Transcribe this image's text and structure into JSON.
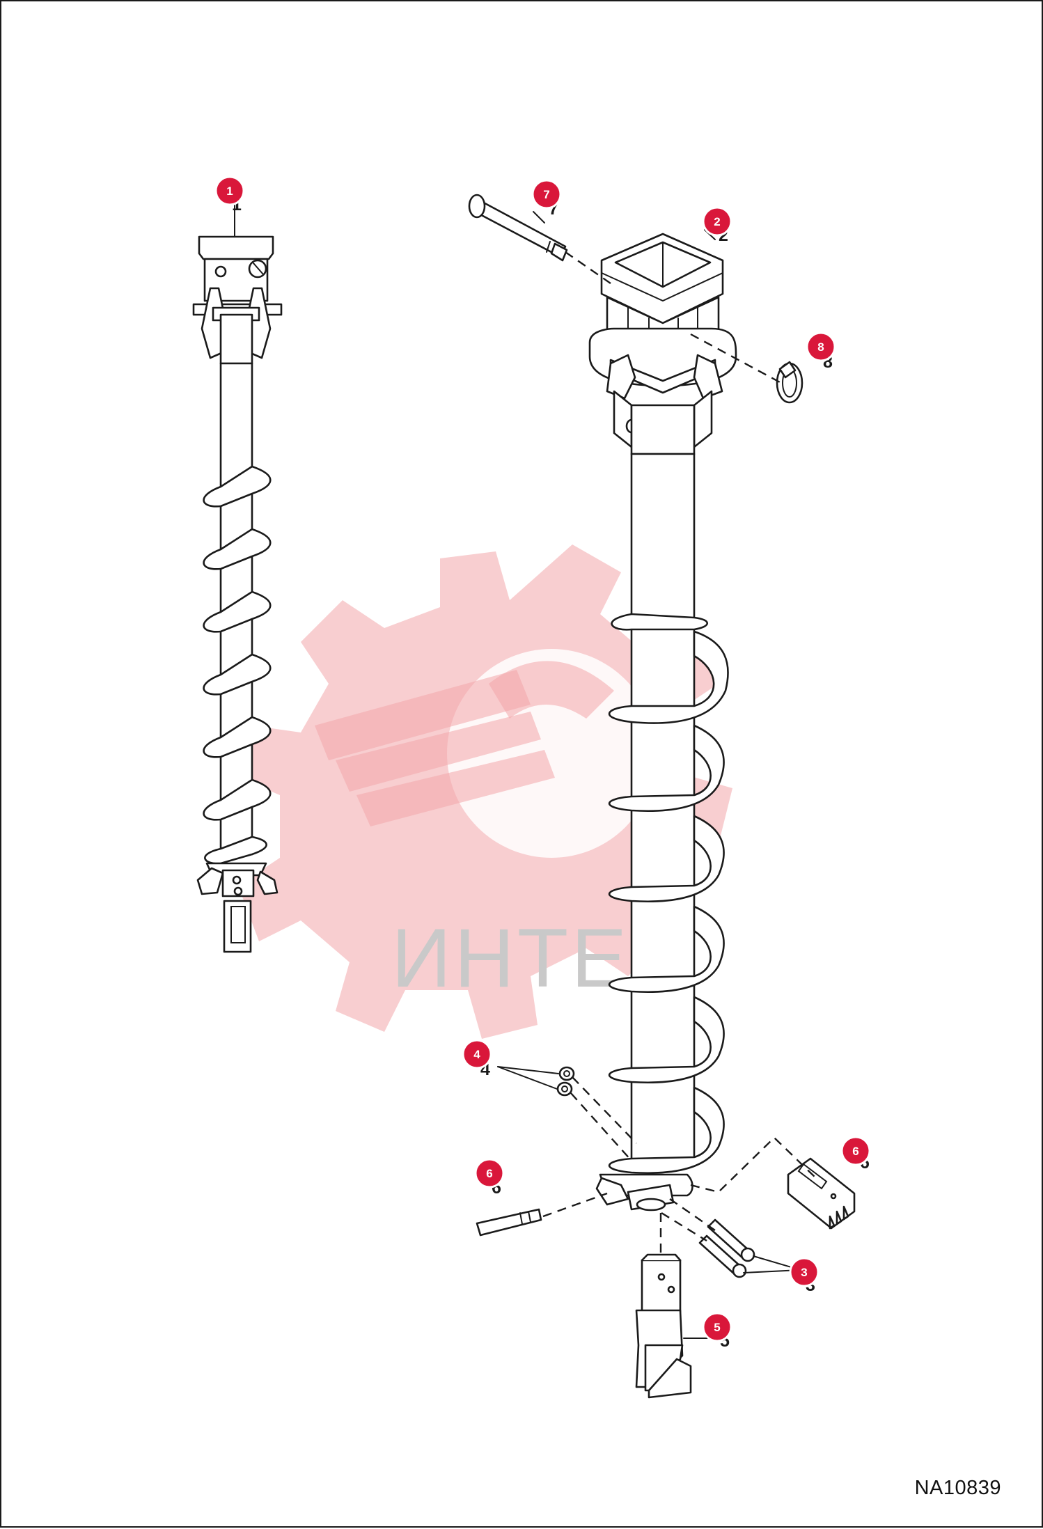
{
  "diagram": {
    "figure_number": "NA10839",
    "watermark_text": "ИНТЕХ",
    "callout_color": "#d9173a",
    "line_color": "#1a1a1a",
    "watermark_color": "#f3a5aa",
    "callouts": [
      {
        "id": "c1",
        "label": "1"
      },
      {
        "id": "c2",
        "label": "2"
      },
      {
        "id": "c3",
        "label": "3"
      },
      {
        "id": "c4",
        "label": "4"
      },
      {
        "id": "c5",
        "label": "5"
      },
      {
        "id": "c6a",
        "label": "6"
      },
      {
        "id": "c6b",
        "label": "6"
      },
      {
        "id": "c7",
        "label": "7"
      },
      {
        "id": "c8",
        "label": "8"
      }
    ]
  }
}
